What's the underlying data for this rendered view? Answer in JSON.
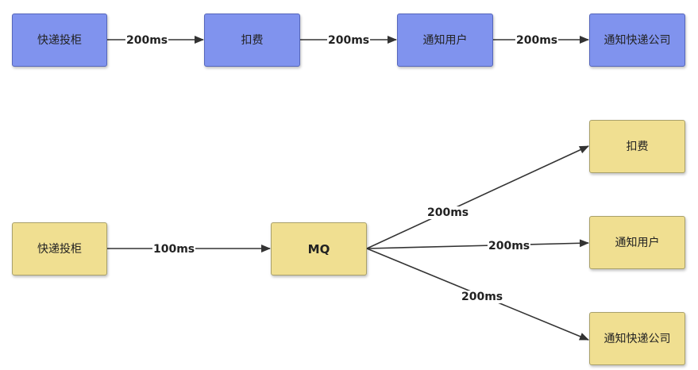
{
  "colors": {
    "sync_fill": "#8093ee",
    "sync_border": "#5566bb",
    "async_fill": "#f0df91",
    "async_border": "#a9a16b",
    "arrow": "#333333"
  },
  "sync_flow": {
    "nodes": [
      {
        "label": "快递投柜"
      },
      {
        "label": "扣费"
      },
      {
        "label": "通知用户"
      },
      {
        "label": "通知快递公司"
      }
    ],
    "edges": [
      {
        "label": "200ms"
      },
      {
        "label": "200ms"
      },
      {
        "label": "200ms"
      }
    ]
  },
  "async_flow": {
    "source": {
      "label": "快递投柜"
    },
    "broker": {
      "label": "MQ"
    },
    "source_edge": {
      "label": "100ms"
    },
    "consumers": [
      {
        "label": "扣费",
        "edge_label": "200ms"
      },
      {
        "label": "通知用户",
        "edge_label": "200ms"
      },
      {
        "label": "通知快递公司",
        "edge_label": "200ms"
      }
    ]
  }
}
